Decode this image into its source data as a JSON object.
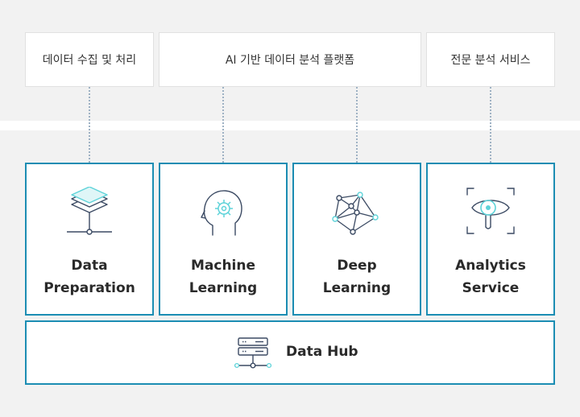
{
  "top_labels": [
    "데이터 수집 및 처리",
    "AI 기반 데이터 분석 플랫폼",
    "전문 분석 서비스"
  ],
  "cards": [
    {
      "line1": "Data",
      "line2": "Preparation",
      "icon": "stacked-layers-icon"
    },
    {
      "line1": "Machine",
      "line2": "Learning",
      "icon": "brain-gear-head-icon"
    },
    {
      "line1": "Deep",
      "line2": "Learning",
      "icon": "neural-network-icon"
    },
    {
      "line1": "Analytics",
      "line2": "Service",
      "icon": "eye-scan-icon"
    }
  ],
  "hub": {
    "label": "Data Hub",
    "icon": "server-stack-icon"
  },
  "colors": {
    "border": "#1b8db3",
    "icon_stroke": "#3b4a63",
    "icon_accent": "#5ed3d9",
    "connector": "#9fb2c4",
    "background": "#f2f2f2"
  }
}
